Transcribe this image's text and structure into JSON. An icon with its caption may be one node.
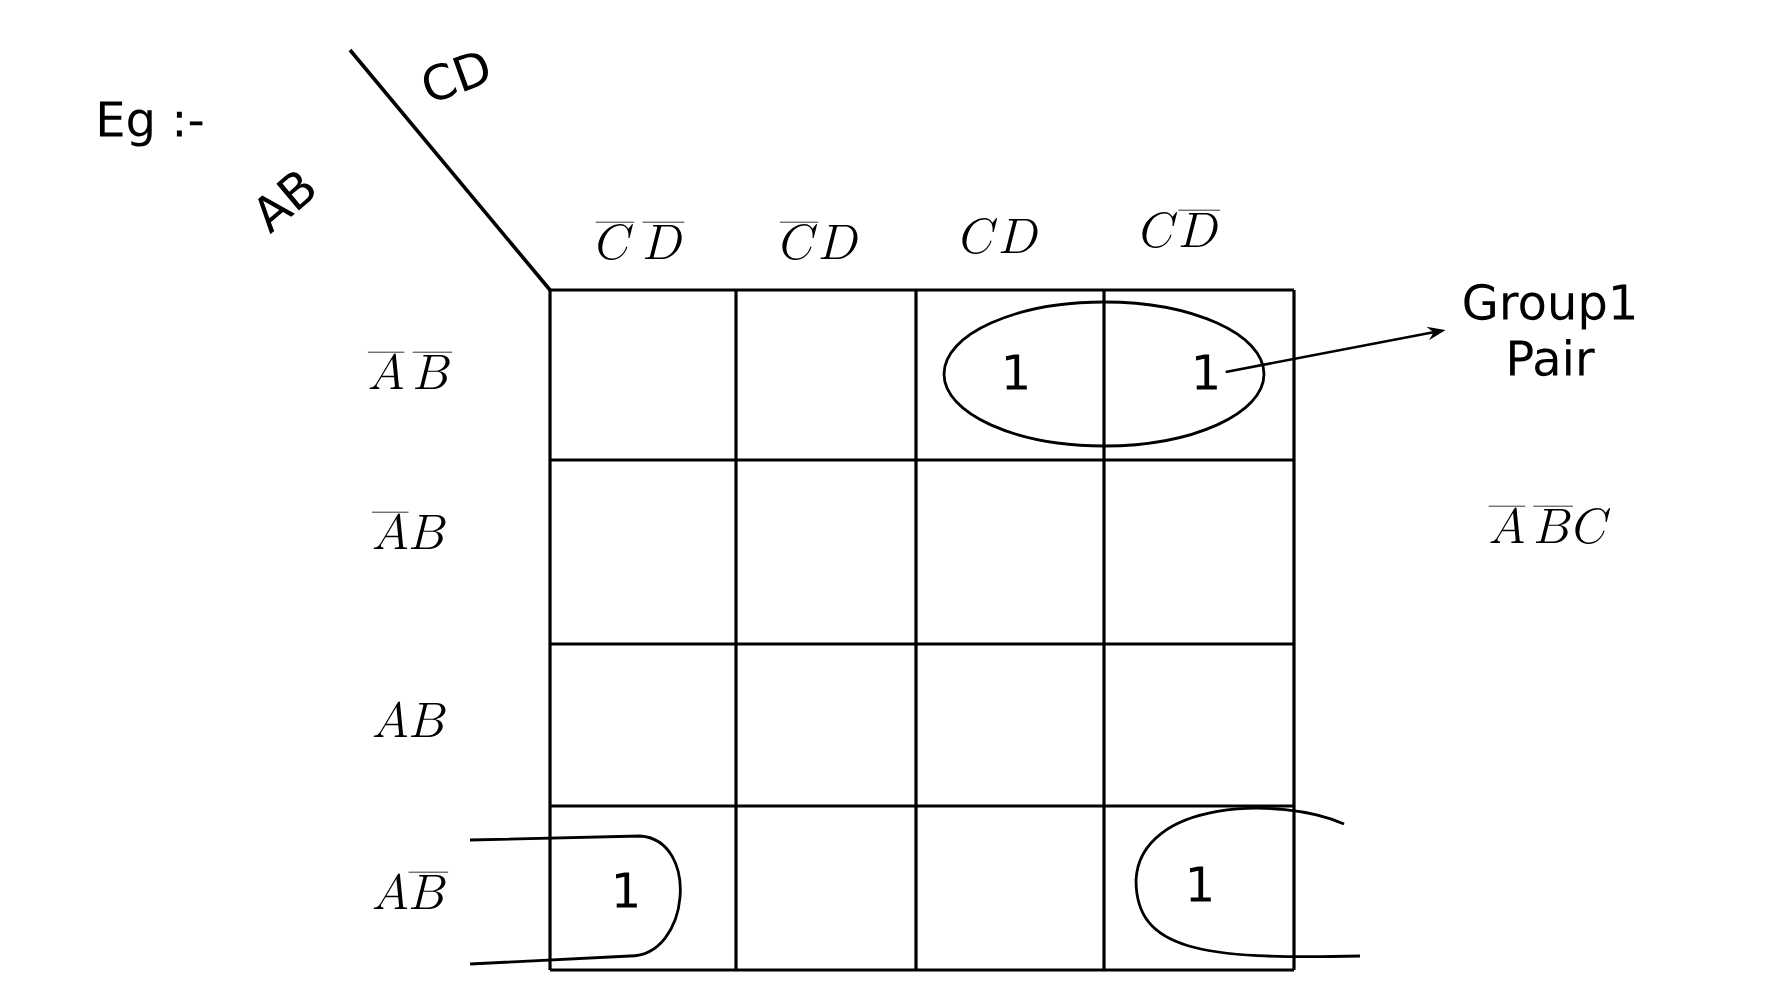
{
  "diagram": {
    "nodes": [
      {
        "text": [
          "1"
        ]
      },
      {
        "text": [
          "Group1 Pair"
        ]
      }
    ],
    "edges": [
      {
        "from": 0,
        "to": 1,
        "arrow": "to"
      }
    ],
    "labels": [
      "Eg :-",
      "CD",
      "AB",
      "\\overline{C}\\,\\overline{D}",
      "\\overline{C}D",
      "CD",
      "C\\overline{D}",
      "\\overline{A}\\,\\overline{B}",
      "1",
      "\\overline{A}B",
      "\\overline{A}\\,\\overline{B}C",
      "AB",
      "A\\overline{B}",
      "1",
      "1"
    ]
  }
}
